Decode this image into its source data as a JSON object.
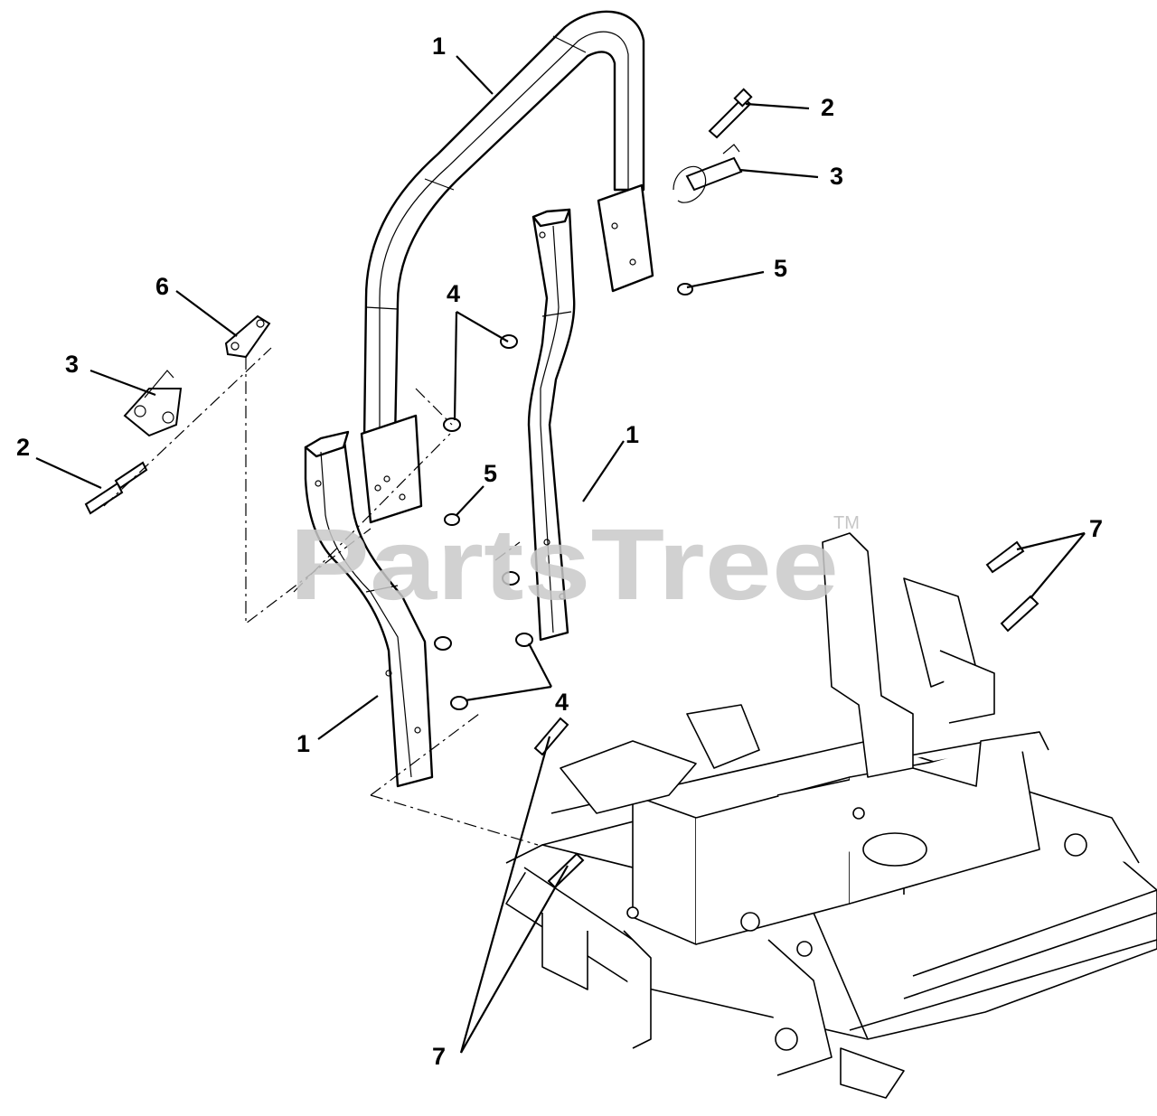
{
  "watermark": {
    "text": "PartsTree",
    "tm": "TM"
  },
  "callouts": [
    {
      "id": "c1-top",
      "label": "1"
    },
    {
      "id": "c2-right",
      "label": "2"
    },
    {
      "id": "c3-right",
      "label": "3"
    },
    {
      "id": "c5-right",
      "label": "5"
    },
    {
      "id": "c6",
      "label": "6"
    },
    {
      "id": "c4-top",
      "label": "4"
    },
    {
      "id": "c3-left",
      "label": "3"
    },
    {
      "id": "c2-left",
      "label": "2"
    },
    {
      "id": "c1-mid",
      "label": "1"
    },
    {
      "id": "c5-mid",
      "label": "5"
    },
    {
      "id": "c7-right",
      "label": "7"
    },
    {
      "id": "c4-bottom",
      "label": "4"
    },
    {
      "id": "c1-bottom",
      "label": "1"
    },
    {
      "id": "c7-bottom",
      "label": "7"
    }
  ]
}
